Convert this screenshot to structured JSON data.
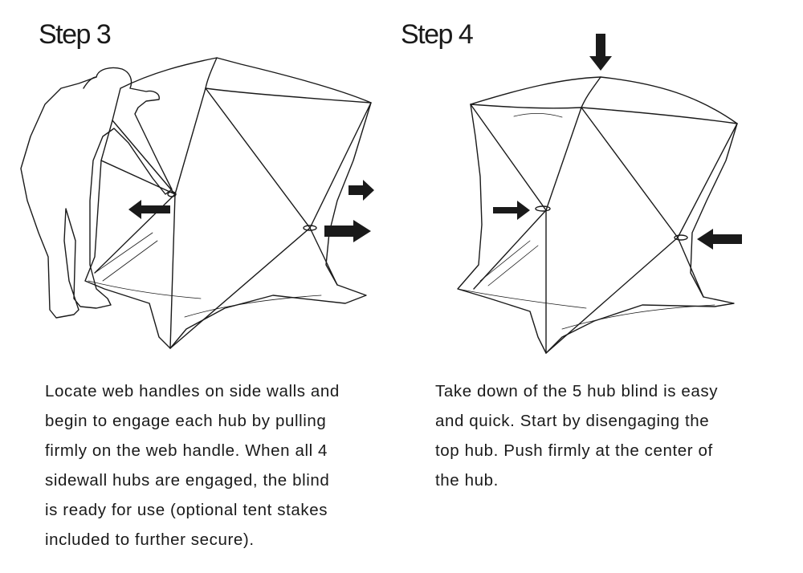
{
  "step3": {
    "title": "Step 3",
    "lines": [
      "Locate web handles on side walls  and",
      "begin to engage each hub by pulling",
      "firmly on the web handle. When all 4",
      "sidewall hubs are engaged, the blind",
      "is ready for use (optional tent stakes",
      "included to further secure)."
    ]
  },
  "step4": {
    "title": "Step 4",
    "lines": [
      "Take down of the 5 hub blind is easy",
      "and quick. Start by disengaging the",
      "top hub. Push firmly at the center of",
      "the hub."
    ]
  },
  "colors": {
    "ink": "#1a1a1a",
    "background": "#ffffff"
  },
  "icons": [
    "arrow-icon",
    "person-silhouette",
    "tent-blind-drawing"
  ]
}
